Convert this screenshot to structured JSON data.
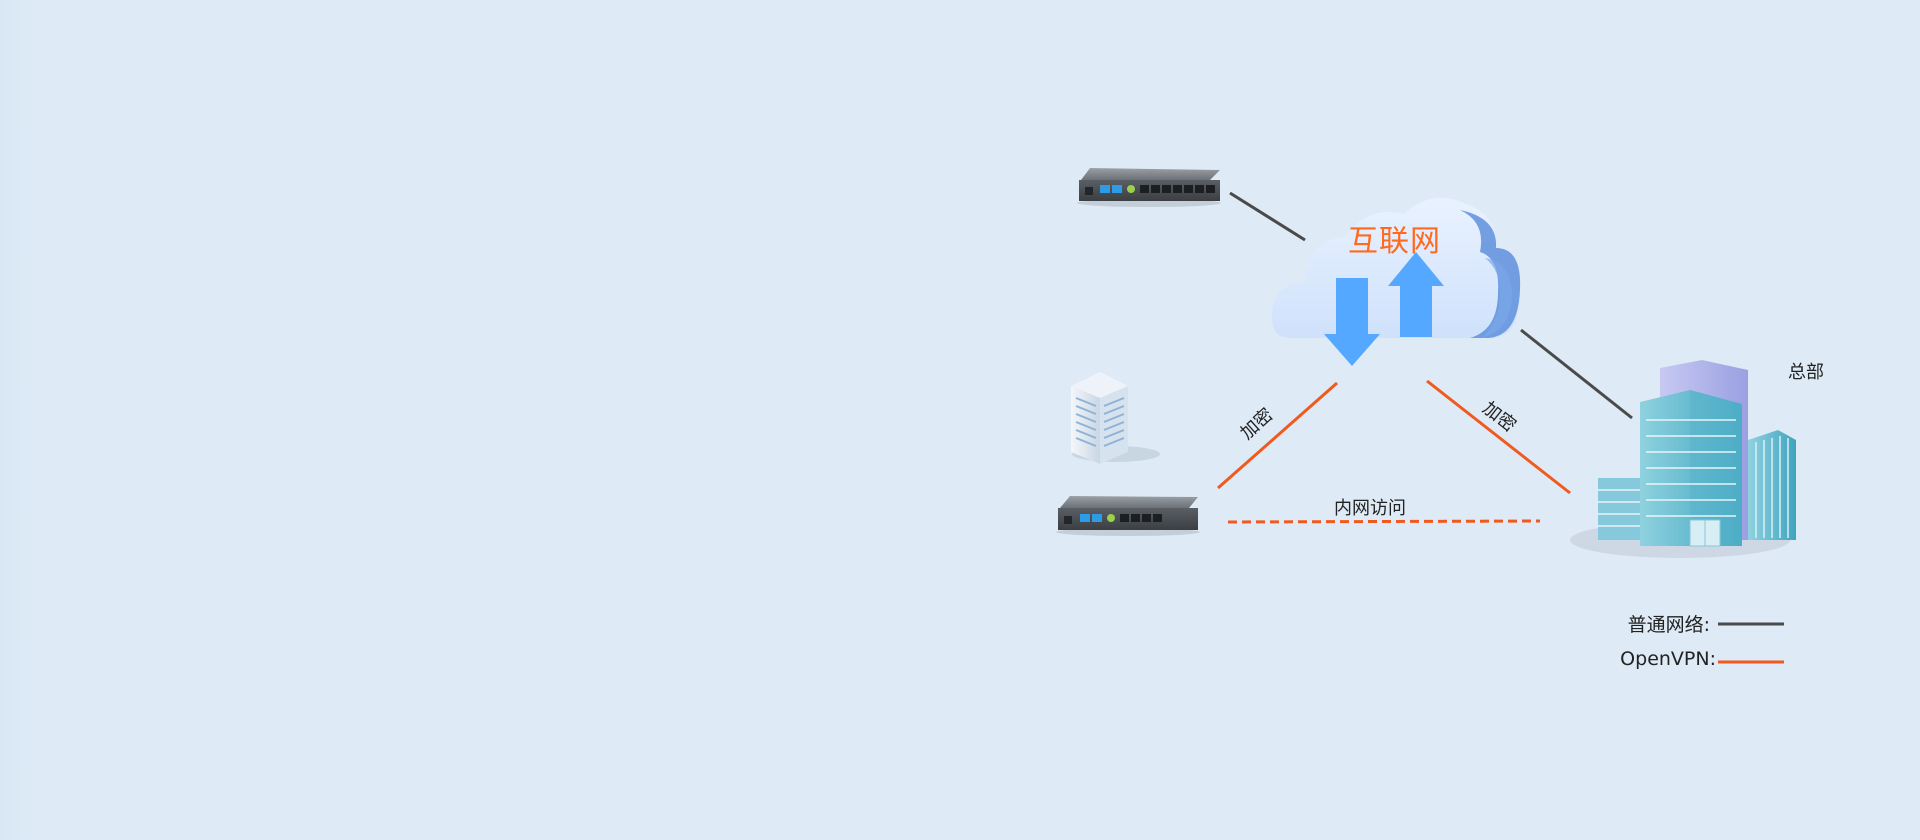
{
  "diagram": {
    "cloud_label": "互联网",
    "encrypt_label_left": "加密",
    "encrypt_label_right": "加密",
    "intranet_label": "内网访问",
    "hq_label": "总部"
  },
  "legend": {
    "normal_label": "普通网络:",
    "vpn_label": "OpenVPN:"
  },
  "colors": {
    "normal_line": "#4a4a4a",
    "vpn_line": "#f05a1e",
    "cloud_text": "#ff6a1f",
    "arrow_blue": "#55a8ff",
    "background": "#deebf7"
  },
  "icons": {
    "router_top": "router-icon",
    "router_bottom": "router-icon",
    "server": "server-building-icon",
    "headquarters": "office-building-icon",
    "internet": "cloud-icon"
  }
}
